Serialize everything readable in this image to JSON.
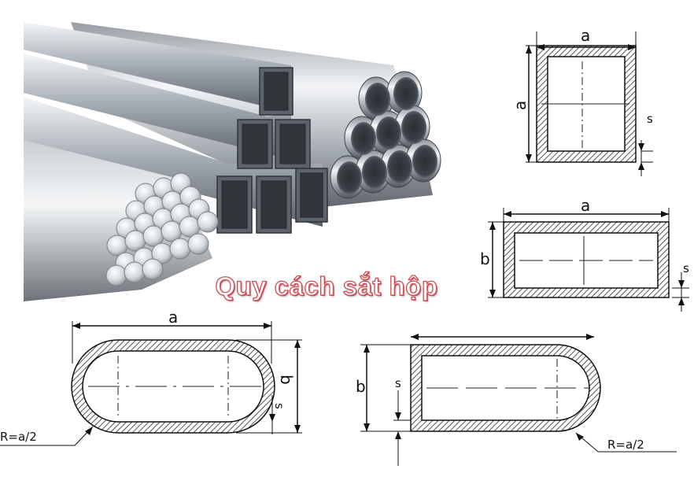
{
  "title": "Quy cách sắt hộp",
  "diagrams": {
    "square": {
      "side_label": "a",
      "height_label": "a",
      "thickness_label": "s"
    },
    "rectangle": {
      "width_label": "a",
      "height_label": "b",
      "thickness_label": "s"
    },
    "oval": {
      "width_label": "a",
      "height_label": "b",
      "thickness_label": "s",
      "radius_label": "R=a/2"
    },
    "d_shape": {
      "height_label": "b",
      "thickness_label": "s",
      "radius_label": "R=a/2"
    }
  },
  "colors": {
    "title_fill": "#ffffff",
    "title_stroke": "#d44a52",
    "steel_dark": "#4a5056",
    "steel_light": "#e6eaee"
  },
  "icons": [
    "square-tube-bundle",
    "round-tube-bundle",
    "round-bar-bundle"
  ]
}
